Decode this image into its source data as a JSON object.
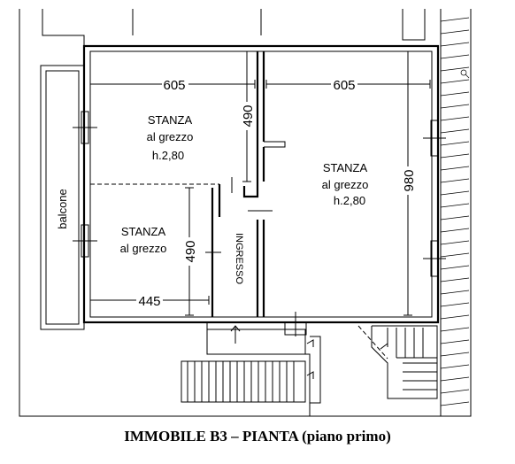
{
  "rooms": [
    {
      "name": "STANZA",
      "finish": "al grezzo",
      "height": "h.2,80"
    },
    {
      "name": "STANZA",
      "finish": "al grezzo",
      "height": ""
    },
    {
      "name": "STANZA",
      "finish": "al grezzo",
      "height": "h.2,80"
    }
  ],
  "dimensions": {
    "top_left_width": "605",
    "top_right_width": "605",
    "top_left_depth": "490",
    "bottom_left_depth": "490",
    "bottom_left_width": "445",
    "right_depth": "980"
  },
  "labels": {
    "balcony": "balcone",
    "entrance": "INGRESSO"
  },
  "caption": "IMMOBILE B3 – PIANTA  (piano primo)"
}
